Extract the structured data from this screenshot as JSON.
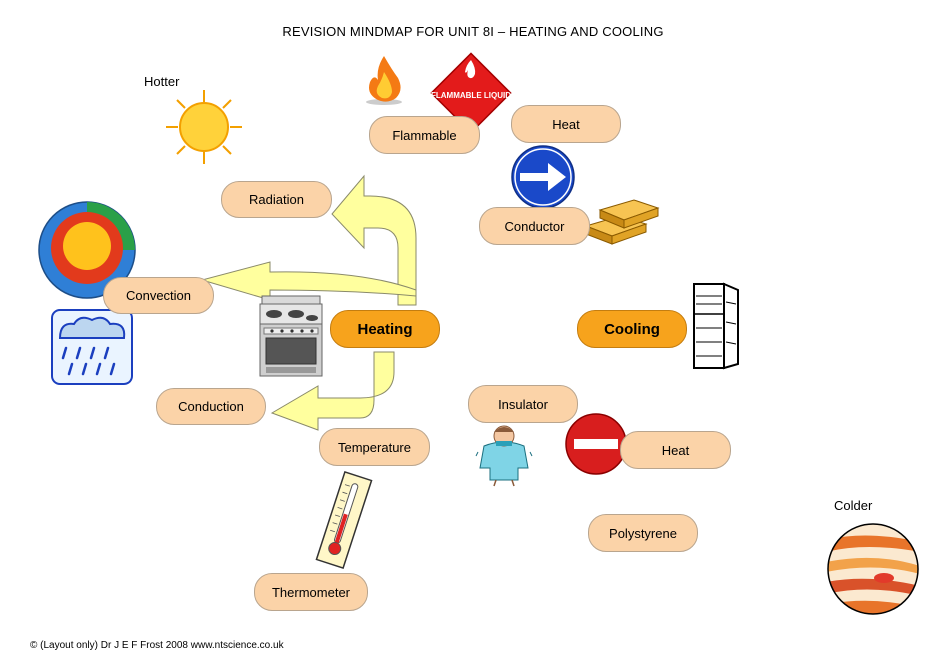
{
  "title": "REVISION MINDMAP FOR UNIT 8I – HEATING AND COOLING",
  "labels": {
    "hotter": "Hotter",
    "colder": "Colder"
  },
  "nodes": {
    "heating": "Heating",
    "cooling": "Cooling",
    "radiation": "Radiation",
    "convection": "Convection",
    "conduction": "Conduction",
    "temperature": "Temperature",
    "thermometer": "Thermometer",
    "flammable": "Flammable",
    "heat_top": "Heat",
    "conductor": "Conductor",
    "insulator": "Insulator",
    "heat_bottom": "Heat",
    "polystyrene": "Polystyrene"
  },
  "sign_text": "FLAMMABLE LIQUID",
  "footer": "© (Layout only) Dr J E F Frost 2008 www.ntscience.co.uk",
  "colors": {
    "pill": "#fbd3a8",
    "main_pill": "#f7a31c",
    "arrow": "#ffff9e"
  },
  "icons": [
    "sun-icon",
    "earth-core-icon",
    "rain-cloud-icon",
    "cooker-icon",
    "flame-icon",
    "flammable-sign-icon",
    "arrow-sign-icon",
    "gold-bars-icon",
    "fridge-icon",
    "cold-person-icon",
    "no-entry-sign-icon",
    "thermometer-icon",
    "planet-icon"
  ]
}
